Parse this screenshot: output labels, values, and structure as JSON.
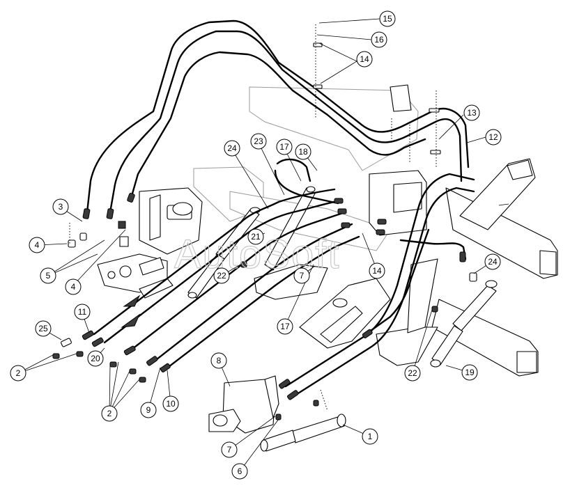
{
  "watermark": "AutoSoft",
  "callouts": [
    {
      "id": "c15",
      "label": "15"
    },
    {
      "id": "c16",
      "label": "16"
    },
    {
      "id": "c14a",
      "label": "14"
    },
    {
      "id": "c13",
      "label": "13"
    },
    {
      "id": "c12",
      "label": "12"
    },
    {
      "id": "c24a",
      "label": "24"
    },
    {
      "id": "c23",
      "label": "23"
    },
    {
      "id": "c17a",
      "label": "17"
    },
    {
      "id": "c18",
      "label": "18"
    },
    {
      "id": "c3",
      "label": "3"
    },
    {
      "id": "c4a",
      "label": "4"
    },
    {
      "id": "c5",
      "label": "5"
    },
    {
      "id": "c4b",
      "label": "4"
    },
    {
      "id": "c21",
      "label": "21"
    },
    {
      "id": "c22a",
      "label": "22"
    },
    {
      "id": "c7a",
      "label": "7"
    },
    {
      "id": "c14b",
      "label": "14"
    },
    {
      "id": "c24b",
      "label": "24"
    },
    {
      "id": "c11",
      "label": "11"
    },
    {
      "id": "c25",
      "label": "25"
    },
    {
      "id": "c17b",
      "label": "17"
    },
    {
      "id": "c2a",
      "label": "2"
    },
    {
      "id": "c20",
      "label": "20"
    },
    {
      "id": "c8",
      "label": "8"
    },
    {
      "id": "c22b",
      "label": "22"
    },
    {
      "id": "c19",
      "label": "19"
    },
    {
      "id": "c2b",
      "label": "2"
    },
    {
      "id": "c9",
      "label": "9"
    },
    {
      "id": "c10",
      "label": "10"
    },
    {
      "id": "c1",
      "label": "1"
    },
    {
      "id": "c7b",
      "label": "7"
    },
    {
      "id": "c6",
      "label": "6"
    }
  ]
}
